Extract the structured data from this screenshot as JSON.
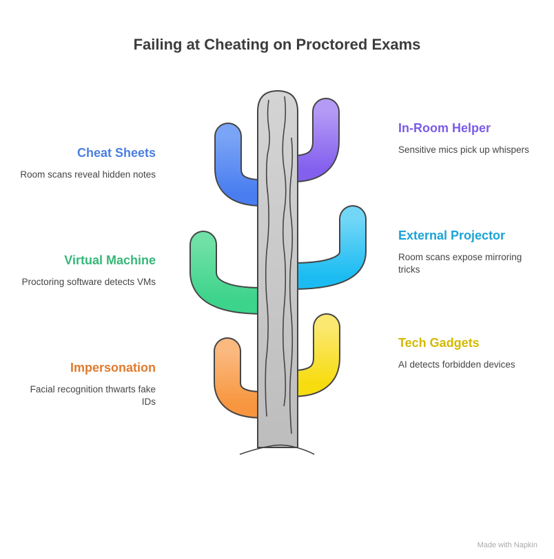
{
  "title": "Failing at Cheating on Proctored Exams",
  "items": [
    {
      "title": "Cheat Sheets",
      "desc": "Room scans reveal hidden notes",
      "color": "#4b7fe0"
    },
    {
      "title": "In-Room Helper",
      "desc": "Sensitive mics pick up whispers",
      "color": "#7b5ce6"
    },
    {
      "title": "Virtual Machine",
      "desc": "Proctoring software detects VMs",
      "color": "#35b878"
    },
    {
      "title": "External Projector",
      "desc": "Room scans expose mirroring tricks",
      "color": "#1aa3d6"
    },
    {
      "title": "Impersonation",
      "desc": "Facial recognition thwarts fake IDs",
      "color": "#e07a2c"
    },
    {
      "title": "Tech Gadgets",
      "desc": "AI detects forbidden devices",
      "color": "#d4b800"
    }
  ],
  "footer": "Made with Napkin"
}
